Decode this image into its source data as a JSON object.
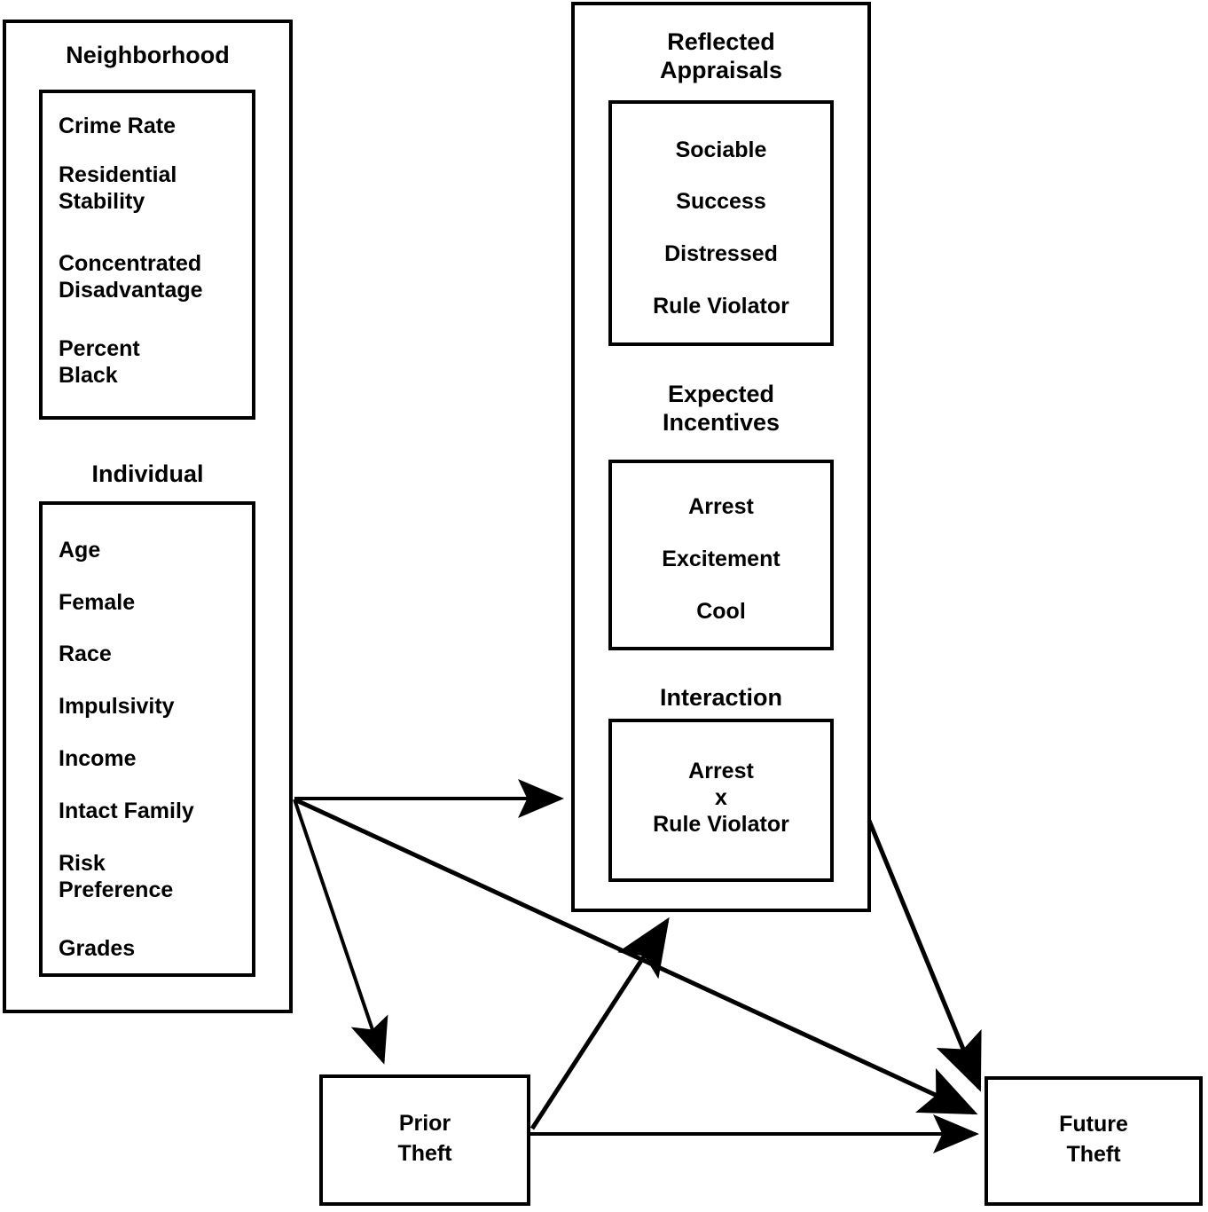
{
  "diagram": {
    "type": "conceptual-path-model",
    "background_color": "#ffffff",
    "line_color": "#000000"
  },
  "left_column": {
    "neighborhood": {
      "label": "Neighborhood",
      "items": [
        "Crime Rate",
        "Residential\nStability",
        "Concentrated\nDisadvantage",
        "Percent\nBlack"
      ]
    },
    "individual": {
      "label": "Individual",
      "items": [
        "Age",
        "Female",
        "Race",
        "Impulsivity",
        "Income",
        "Intact Family",
        "Risk\nPreference",
        "Grades"
      ]
    }
  },
  "middle_column": {
    "reflected_appraisals": {
      "label": "Reflected\nAppraisals",
      "items": [
        "Sociable",
        "Success",
        "Distressed",
        "Rule Violator"
      ]
    },
    "expected_incentives": {
      "label": "Expected\nIncentives",
      "items": [
        "Arrest",
        "Excitement",
        "Cool"
      ]
    },
    "interaction": {
      "label": "Interaction",
      "items": [
        "Arrest\nx\nRule Violator"
      ]
    }
  },
  "outcomes": {
    "prior_theft": "Prior\nTheft",
    "future_theft": "Future\nTheft"
  },
  "edges": [
    {
      "name": "predictors-to-mediators",
      "from": "left-column",
      "to": "middle-column",
      "arrow": "single"
    },
    {
      "name": "predictors-to-prior-theft",
      "from": "left-column",
      "to": "prior-theft",
      "arrow": "single"
    },
    {
      "name": "predictors-to-future-theft",
      "from": "left-column",
      "to": "future-theft",
      "arrow": "single"
    },
    {
      "name": "prior-theft-to-mediators",
      "from": "prior-theft",
      "to": "middle-column",
      "arrow": "single"
    },
    {
      "name": "prior-theft-to-future-theft",
      "from": "prior-theft",
      "to": "future-theft",
      "arrow": "single"
    },
    {
      "name": "mediators-to-future-theft",
      "from": "middle-column",
      "to": "future-theft",
      "arrow": "single"
    }
  ]
}
